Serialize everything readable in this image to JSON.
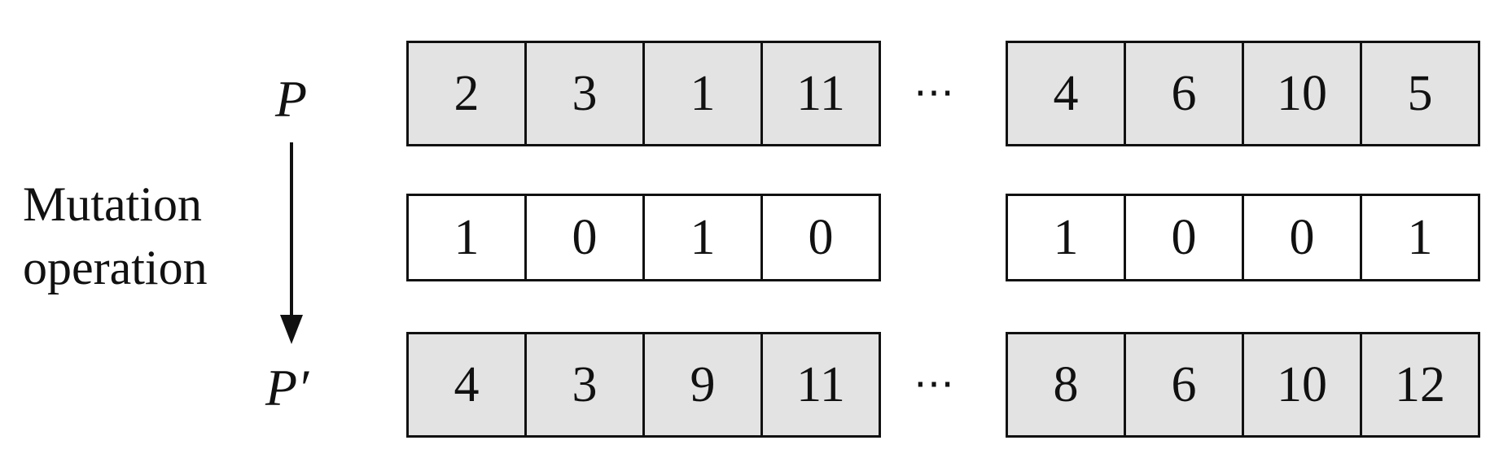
{
  "labels": {
    "p": "P",
    "p_prime": "P′",
    "mutation_line1": "Mutation",
    "mutation_line2": "operation",
    "ellipsis": "⋯"
  },
  "rows": {
    "p_left": [
      "2",
      "3",
      "1",
      "11"
    ],
    "p_right": [
      "4",
      "6",
      "10",
      "5"
    ],
    "mask_left": [
      "1",
      "0",
      "1",
      "0"
    ],
    "mask_right": [
      "1",
      "0",
      "0",
      "1"
    ],
    "pp_left": [
      "4",
      "3",
      "9",
      "11"
    ],
    "pp_right": [
      "8",
      "6",
      "10",
      "12"
    ]
  },
  "colors": {
    "filled": "#e3e3e3",
    "mask": "#ffffff",
    "stroke": "#111111"
  }
}
